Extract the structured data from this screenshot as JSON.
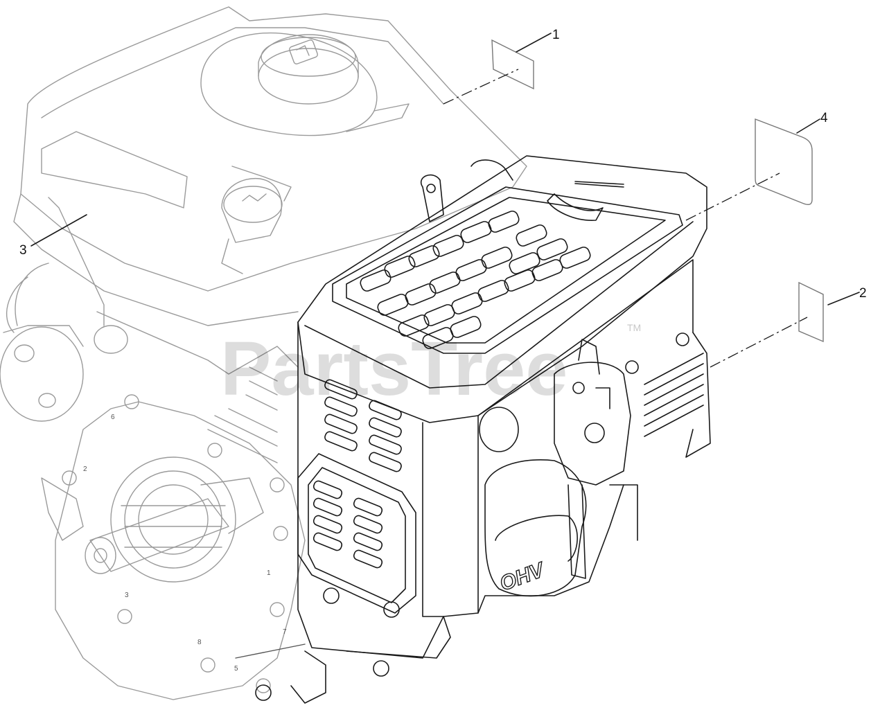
{
  "diagram": {
    "callouts": [
      {
        "id": "1",
        "label": "1"
      },
      {
        "id": "2",
        "label": "2"
      },
      {
        "id": "3",
        "label": "3"
      },
      {
        "id": "4",
        "label": "4"
      }
    ],
    "engine_badge": "OHV",
    "watermark": "PartsTree",
    "watermark_tm": "TM",
    "casting_numbers": [
      "6",
      "2",
      "1",
      "3",
      "8",
      "5",
      "7"
    ]
  }
}
